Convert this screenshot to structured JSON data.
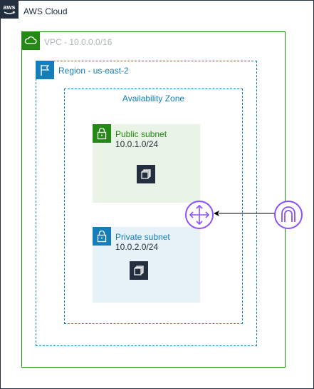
{
  "aws_cloud": {
    "label": "AWS Cloud",
    "icon": "aws-logo-icon",
    "border_color": "#232F3E"
  },
  "vpc": {
    "label": "VPC - 10.0.0.0/16",
    "icon": "vpc-cloud-icon",
    "color": "#248814",
    "label_color": "#AAB7B8"
  },
  "region": {
    "label": "Region - us-east-2",
    "icon": "region-flag-icon",
    "color": "#147EBA"
  },
  "availability_zone": {
    "label": "Availability Zone",
    "color": "#147EBA"
  },
  "public_subnet": {
    "name": "Public subnet",
    "cidr": "10.0.1.0/24",
    "icon": "lock-icon",
    "resource_icon": "instances-icon",
    "color": "#248814",
    "fill": "#E9F3E6"
  },
  "private_subnet": {
    "name": "Private subnet",
    "cidr": "10.0.2.0/24",
    "icon": "lock-icon",
    "resource_icon": "instances-icon",
    "color": "#147EBA",
    "fill": "#E6F2F8"
  },
  "router": {
    "icon": "router-icon",
    "color": "#8C4FFF"
  },
  "internet_gateway": {
    "icon": "internet-gateway-icon",
    "color": "#8C4FFF"
  }
}
